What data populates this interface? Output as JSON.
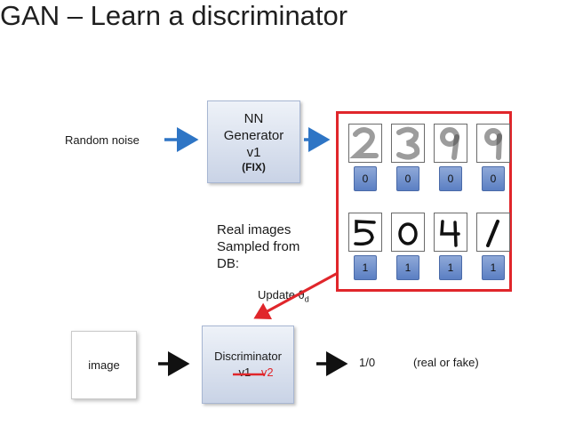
{
  "title": "GAN – Learn a discriminator",
  "random_noise": "Random noise",
  "generator": {
    "line1": "NN",
    "line2": "Generator",
    "line3": "v1",
    "fix": "(FIX)"
  },
  "real_text": {
    "line1": "Real images",
    "line2": "Sampled from",
    "line3": "DB:"
  },
  "fake_labels": [
    "0",
    "0",
    "0",
    "0"
  ],
  "real_labels": [
    "1",
    "1",
    "1",
    "1"
  ],
  "update": {
    "main": "Update θ",
    "sub": "d"
  },
  "image_box": "image",
  "discriminator": {
    "line1": "Discriminator",
    "old_version": "v1",
    "new_version": "v2"
  },
  "output": "1/0",
  "output_note": "(real or fake)",
  "colors": {
    "red": "#e0262b",
    "blue": "#2e75c5",
    "label_blue": "#6a8ccb"
  }
}
